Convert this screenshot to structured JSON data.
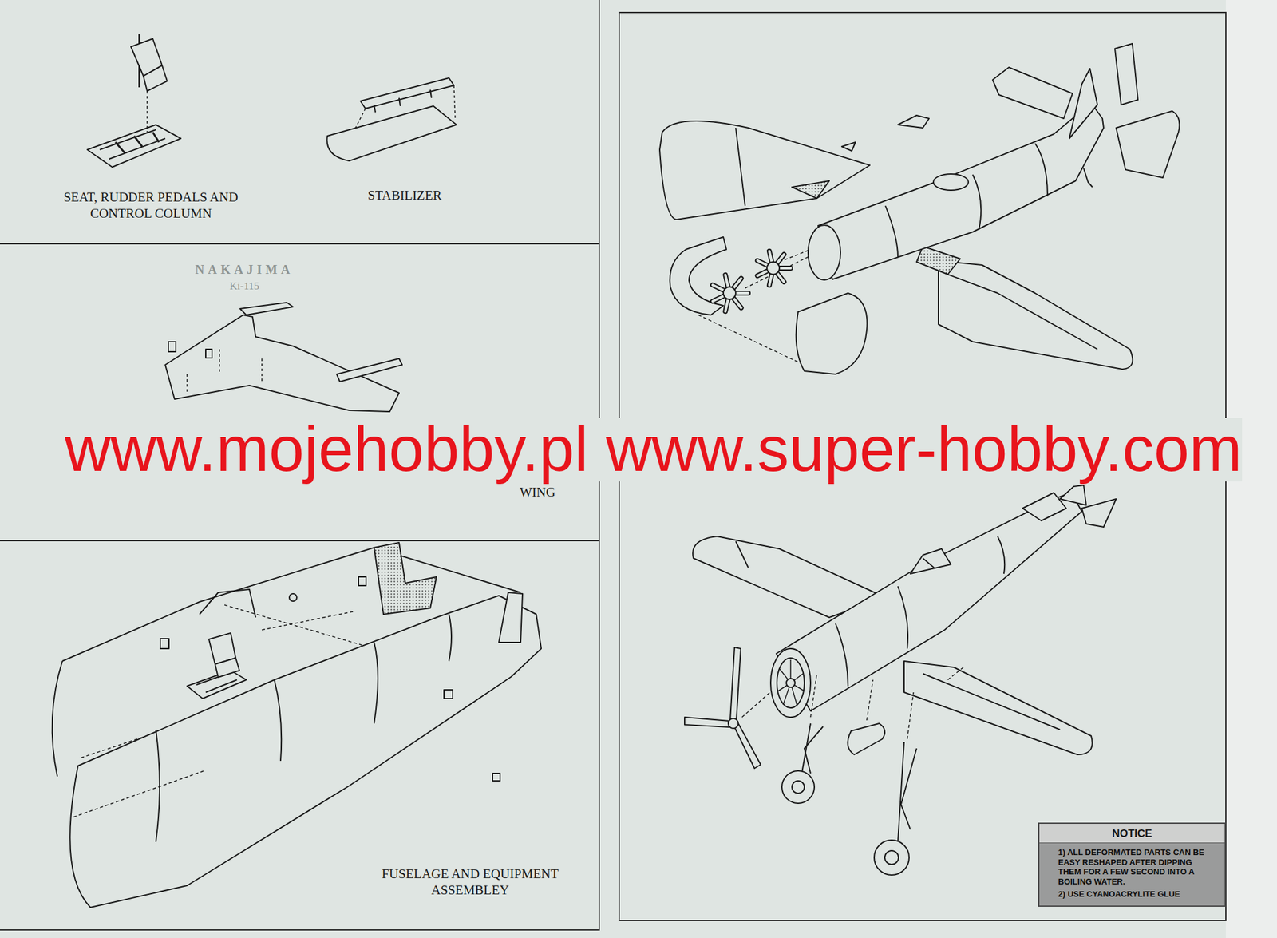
{
  "diagram": {
    "nodes": [
      {
        "text": [
          "SEAT, RUDDER PEDALS AND CONTROL COLUMN",
          "STABILIZER"
        ]
      },
      {
        "text": [
          "NAKAJIMA",
          "Ki-115",
          "WING"
        ]
      },
      {
        "text": [
          "FUSELAGE AND EQUIPMENT ASSEMBLEY"
        ]
      },
      {
        "text": [
          "NOTICE",
          "1) ALL DEFORMATED PARTS CAN BE EASY RESHAPED AFTER DIPPING THEM FOR A FEW SECOND INTO A BOILING WATER.",
          "2) USE CYANOACRYLITE GLUE"
        ]
      }
    ],
    "labels": [
      "www.mojehobby.pl www.super-hobby.com"
    ]
  }
}
